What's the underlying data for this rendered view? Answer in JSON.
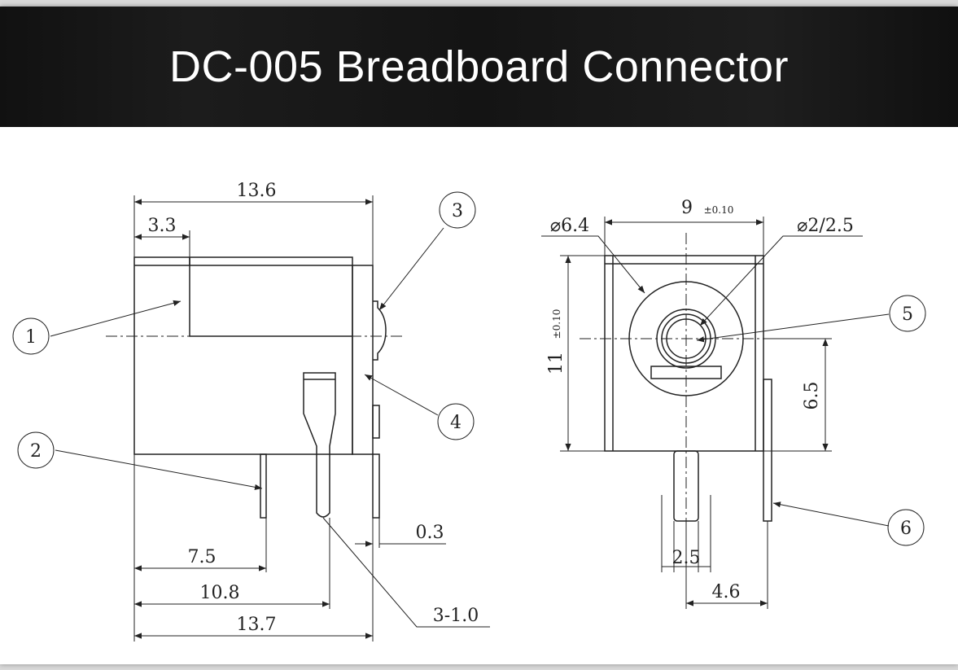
{
  "title": "DC-005 Breadboard Connector",
  "colors": {
    "title_bar": "#141414",
    "title_text": "#ffffff",
    "line": "#222222",
    "background": "#ffffff"
  },
  "side_view": {
    "dims": {
      "overall_width": "13.6",
      "offset_left": "3.3",
      "pin1_pos": "7.5",
      "pin2_pos": "10.8",
      "overall_length": "13.7",
      "pin_thickness": "0.3",
      "pin_spec": "3-1.0"
    },
    "callouts": [
      "1",
      "2",
      "3",
      "4"
    ]
  },
  "front_view": {
    "dims": {
      "width": "9",
      "width_tol": "±0.10",
      "height": "11",
      "height_tol": "±0.10",
      "outer_dia": "⌀6.4",
      "inner_dia": "⌀2/2.5",
      "center_height": "6.5",
      "pin_width": "2.5",
      "pin_offset": "4.6"
    },
    "callouts": [
      "5",
      "6"
    ]
  }
}
